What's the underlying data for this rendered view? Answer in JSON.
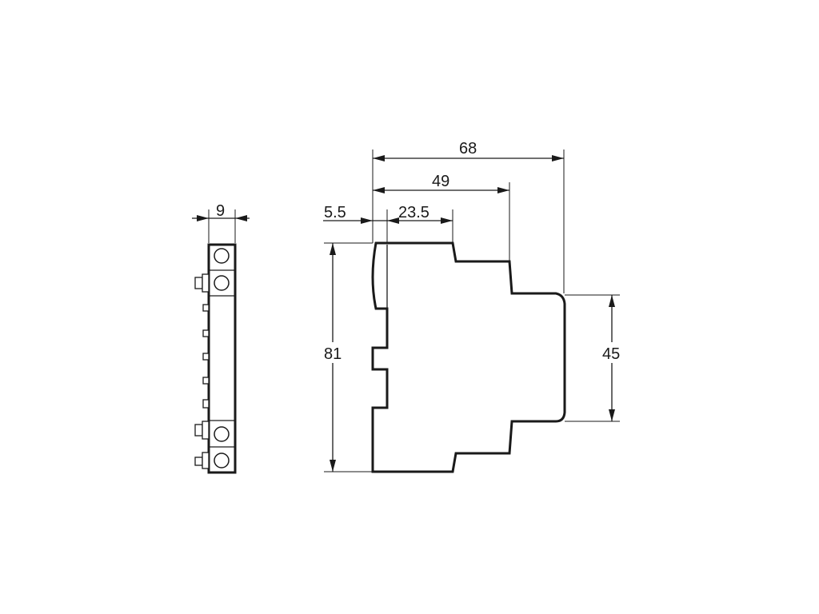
{
  "dimensions": {
    "side_width": "9",
    "front_nose_offset": "5.5",
    "front_step_width": "23.5",
    "front_mid_depth": "49",
    "front_total_depth": "68",
    "front_height": "81",
    "front_rail_height": "45"
  },
  "colors": {
    "line": "#1a1a1a",
    "background": "#ffffff"
  }
}
